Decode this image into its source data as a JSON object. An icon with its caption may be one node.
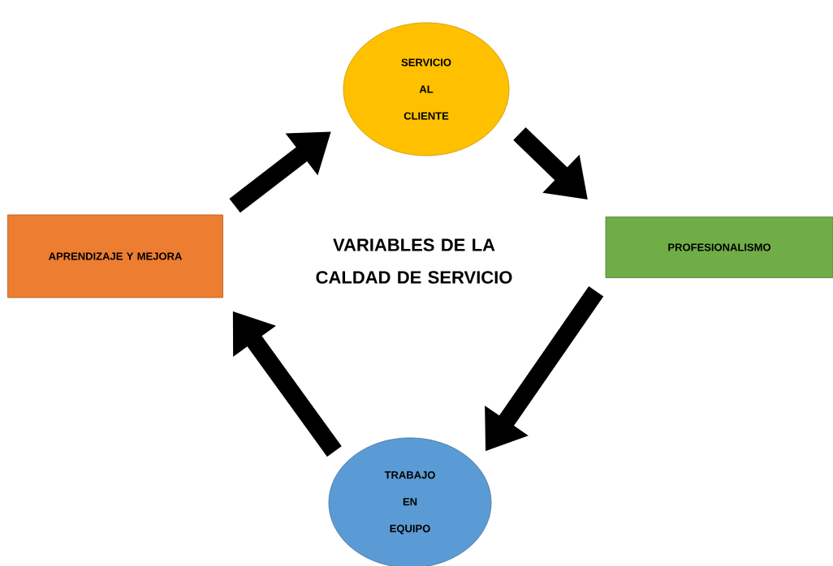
{
  "diagram": {
    "title": "VARIABLES DE LA CALDAD DE SERVICIO",
    "nodes": [
      {
        "text": [
          "SERVICIO AL CLIENTE"
        ]
      },
      {
        "text": [
          "PROFESIONALISMO"
        ]
      },
      {
        "text": [
          "TRABAJO EN EQUIPO"
        ]
      },
      {
        "text": [
          "APRENDIZAJE Y MEJORA"
        ]
      }
    ],
    "edges": [
      {
        "from": 3,
        "to": 0,
        "arrow": "to"
      },
      {
        "from": 0,
        "to": 1,
        "arrow": "to"
      },
      {
        "from": 1,
        "to": 2,
        "arrow": "to"
      },
      {
        "from": 2,
        "to": 3,
        "arrow": "to"
      }
    ]
  }
}
